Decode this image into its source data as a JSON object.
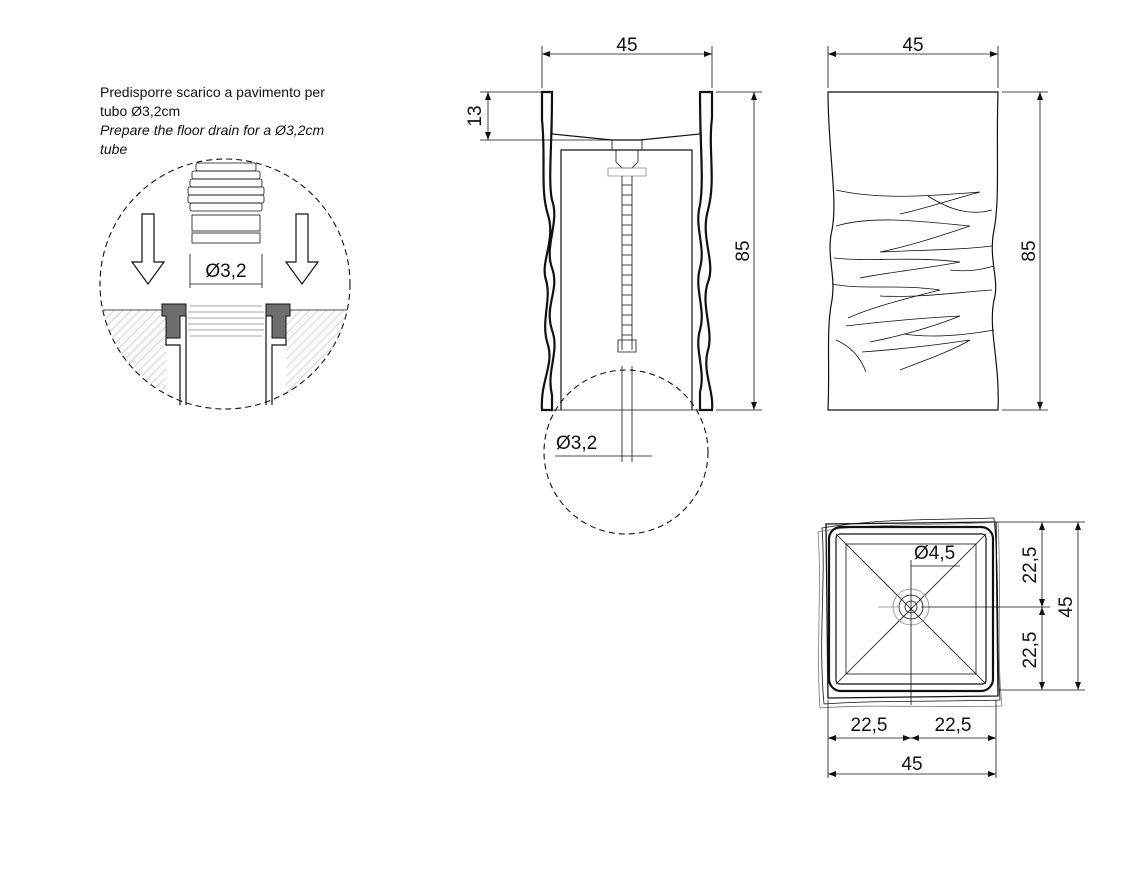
{
  "note": {
    "line1_it": "Predisporre scarico a pavimento per",
    "line2_it": "tubo Ø3,2cm",
    "line1_en": "Prepare the floor drain for a Ø3,2cm",
    "line2_en": "tube"
  },
  "detail": {
    "pipe_diameter": "Ø3,2"
  },
  "section_view": {
    "width": "45",
    "height": "85",
    "bowl_depth": "13",
    "drain_diameter": "Ø3,2"
  },
  "front_view": {
    "width": "45",
    "height": "85"
  },
  "top_view": {
    "waste_diameter": "Ø4,5",
    "half_depth_top": "22,5",
    "half_depth_bottom": "22,5",
    "depth": "45",
    "half_width_left": "22,5",
    "half_width_right": "22,5",
    "width": "45"
  },
  "colors": {
    "line": "#111111",
    "hatch": "#8a8a8a",
    "seal": "#6e6e6e"
  }
}
